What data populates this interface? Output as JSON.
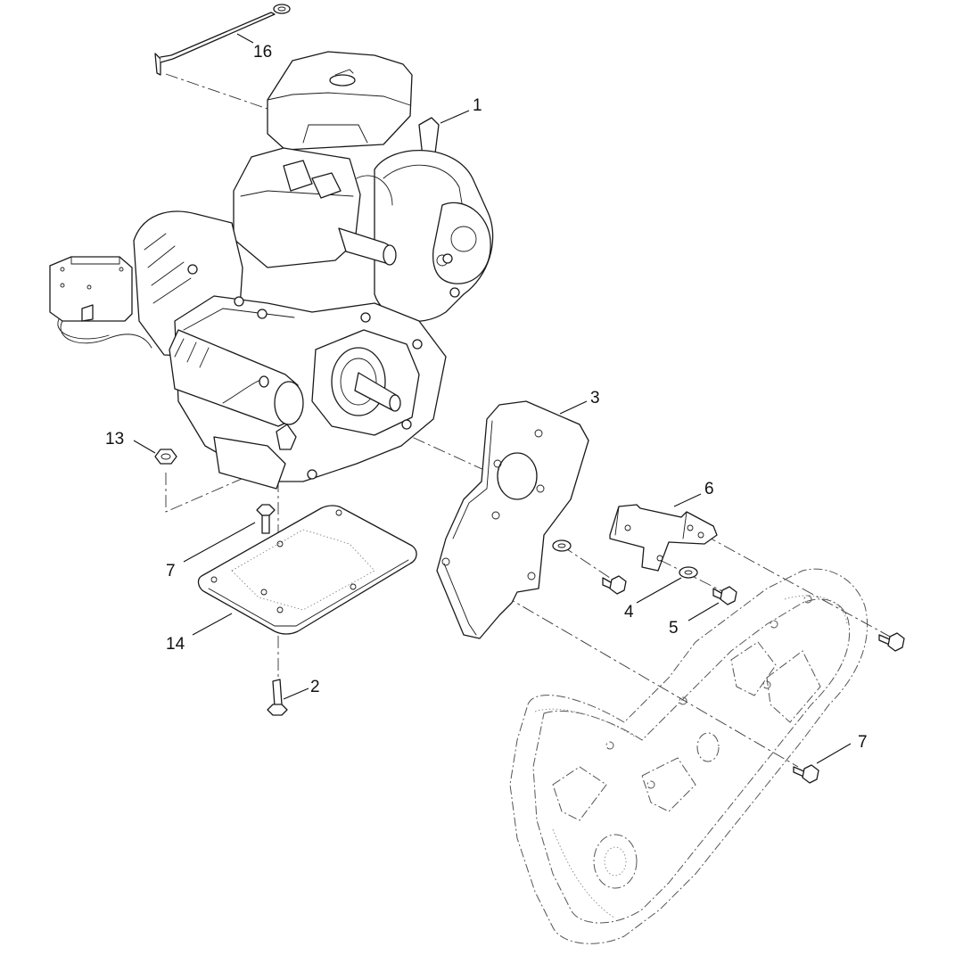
{
  "callouts": [
    {
      "id": "c16",
      "label": "16"
    },
    {
      "id": "c1",
      "label": "1"
    },
    {
      "id": "c3",
      "label": "3"
    },
    {
      "id": "c6",
      "label": "6"
    },
    {
      "id": "c13",
      "label": "13"
    },
    {
      "id": "c7a",
      "label": "7"
    },
    {
      "id": "c14",
      "label": "14"
    },
    {
      "id": "c2",
      "label": "2"
    },
    {
      "id": "c4",
      "label": "4"
    },
    {
      "id": "c5",
      "label": "5"
    },
    {
      "id": "c7b",
      "label": "7"
    }
  ]
}
